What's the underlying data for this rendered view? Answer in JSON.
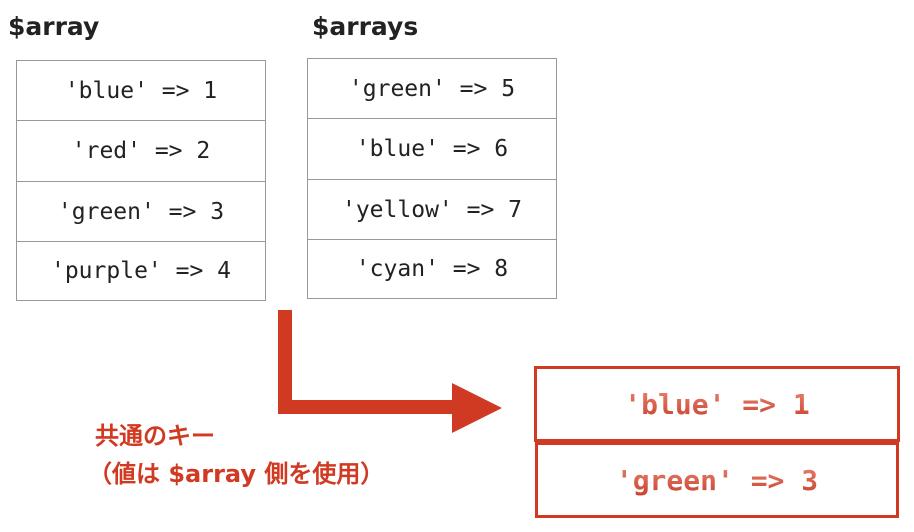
{
  "left": {
    "title": "$array",
    "items": [
      "'blue' => 1",
      "'red' => 2",
      "'green' => 3",
      "'purple' => 4"
    ]
  },
  "right": {
    "title": "$arrays",
    "items": [
      "'green' => 5",
      "'blue' => 6",
      "'yellow' => 7",
      "'cyan' => 8"
    ]
  },
  "result": {
    "items": [
      "'blue' => 1",
      "'green' => 3"
    ]
  },
  "annotation": {
    "line1": "共通のキー",
    "line2": "（値は $array 側を使用）"
  },
  "colors": {
    "accent": "#d13a22",
    "border": "#999999"
  }
}
